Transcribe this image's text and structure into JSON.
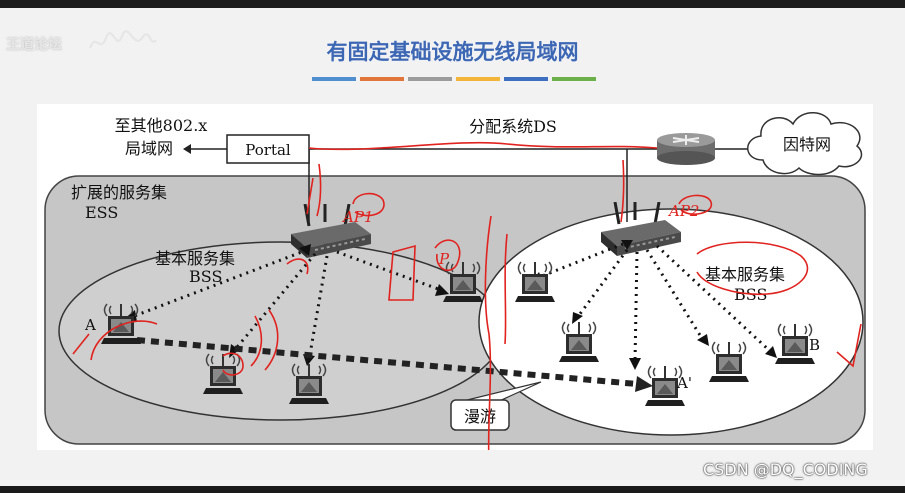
{
  "slide": {
    "title": "有固定基础设施无线局域网",
    "stripe_colors": [
      "#4f8fd0",
      "#e0763a",
      "#9c9c9c",
      "#f2b53a",
      "#3c6fbf",
      "#6bb048"
    ]
  },
  "watermarks": {
    "logo": "王道论坛",
    "csdn": "CSDN @DQ_CODING"
  },
  "diagram": {
    "other_lan_line1": "至其他802.x",
    "other_lan_line2": "局域网",
    "portal": "Portal",
    "ds": "分配系统DS",
    "internet": "因特网",
    "ess_line1": "扩展的服务集",
    "ess_line2": "ESS",
    "bss_left_line1": "基本服务集",
    "bss_left_line2": "BSS",
    "bss_right_line1": "基本服务集",
    "bss_right_line2": "BSS",
    "station_a": "A",
    "station_a_prime": "A'",
    "station_b": "B",
    "roaming": "漫游",
    "icon_router": "router-icon",
    "icon_access_point": "access-point-icon",
    "icon_laptop": "wireless-laptop-icon",
    "icon_cloud": "cloud-icon"
  },
  "annotations": {
    "ap1": "AP1",
    "ap2": "AP2",
    "p": "P",
    "ink_color": "#e0231e"
  }
}
